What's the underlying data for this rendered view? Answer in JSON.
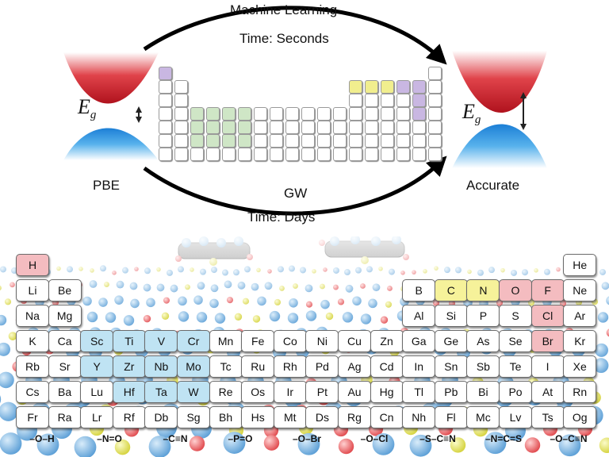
{
  "top": {
    "ml_label": "Machine Learning",
    "ml_time": "Time: Seconds",
    "gw_label": "GW",
    "gw_time": "Time: Days",
    "left_label": "PBE",
    "right_label": "Accurate",
    "gap_symbol": "E",
    "gap_subscript": "g",
    "colors": {
      "conduction": "#d42a32",
      "valence": "#2e8fe0",
      "arrow": "#000000"
    }
  },
  "elements": [
    {
      "s": "H",
      "r": 0,
      "c": 0,
      "hl": "pink"
    },
    {
      "s": "He",
      "r": 0,
      "c": 17,
      "hl": ""
    },
    {
      "s": "Li",
      "r": 1,
      "c": 0,
      "hl": ""
    },
    {
      "s": "Be",
      "r": 1,
      "c": 1,
      "hl": ""
    },
    {
      "s": "B",
      "r": 1,
      "c": 12,
      "hl": ""
    },
    {
      "s": "C",
      "r": 1,
      "c": 13,
      "hl": "yellow"
    },
    {
      "s": "N",
      "r": 1,
      "c": 14,
      "hl": "yellow"
    },
    {
      "s": "O",
      "r": 1,
      "c": 15,
      "hl": "pink"
    },
    {
      "s": "F",
      "r": 1,
      "c": 16,
      "hl": "pink"
    },
    {
      "s": "Ne",
      "r": 1,
      "c": 17,
      "hl": ""
    },
    {
      "s": "Na",
      "r": 2,
      "c": 0,
      "hl": ""
    },
    {
      "s": "Mg",
      "r": 2,
      "c": 1,
      "hl": ""
    },
    {
      "s": "Al",
      "r": 2,
      "c": 12,
      "hl": ""
    },
    {
      "s": "Si",
      "r": 2,
      "c": 13,
      "hl": ""
    },
    {
      "s": "P",
      "r": 2,
      "c": 14,
      "hl": ""
    },
    {
      "s": "S",
      "r": 2,
      "c": 15,
      "hl": ""
    },
    {
      "s": "Cl",
      "r": 2,
      "c": 16,
      "hl": "pink"
    },
    {
      "s": "Ar",
      "r": 2,
      "c": 17,
      "hl": ""
    },
    {
      "s": "K",
      "r": 3,
      "c": 0,
      "hl": ""
    },
    {
      "s": "Ca",
      "r": 3,
      "c": 1,
      "hl": ""
    },
    {
      "s": "Sc",
      "r": 3,
      "c": 2,
      "hl": "blue"
    },
    {
      "s": "Ti",
      "r": 3,
      "c": 3,
      "hl": "blue"
    },
    {
      "s": "V",
      "r": 3,
      "c": 4,
      "hl": "blue"
    },
    {
      "s": "Cr",
      "r": 3,
      "c": 5,
      "hl": "blue"
    },
    {
      "s": "Mn",
      "r": 3,
      "c": 6,
      "hl": ""
    },
    {
      "s": "Fe",
      "r": 3,
      "c": 7,
      "hl": ""
    },
    {
      "s": "Co",
      "r": 3,
      "c": 8,
      "hl": ""
    },
    {
      "s": "Ni",
      "r": 3,
      "c": 9,
      "hl": ""
    },
    {
      "s": "Cu",
      "r": 3,
      "c": 10,
      "hl": ""
    },
    {
      "s": "Zn",
      "r": 3,
      "c": 11,
      "hl": ""
    },
    {
      "s": "Ga",
      "r": 3,
      "c": 12,
      "hl": ""
    },
    {
      "s": "Ge",
      "r": 3,
      "c": 13,
      "hl": ""
    },
    {
      "s": "As",
      "r": 3,
      "c": 14,
      "hl": ""
    },
    {
      "s": "Se",
      "r": 3,
      "c": 15,
      "hl": ""
    },
    {
      "s": "Br",
      "r": 3,
      "c": 16,
      "hl": "pink"
    },
    {
      "s": "Kr",
      "r": 3,
      "c": 17,
      "hl": ""
    },
    {
      "s": "Rb",
      "r": 4,
      "c": 0,
      "hl": ""
    },
    {
      "s": "Sr",
      "r": 4,
      "c": 1,
      "hl": ""
    },
    {
      "s": "Y",
      "r": 4,
      "c": 2,
      "hl": "blue"
    },
    {
      "s": "Zr",
      "r": 4,
      "c": 3,
      "hl": "blue"
    },
    {
      "s": "Nb",
      "r": 4,
      "c": 4,
      "hl": "blue"
    },
    {
      "s": "Mo",
      "r": 4,
      "c": 5,
      "hl": "blue"
    },
    {
      "s": "Tc",
      "r": 4,
      "c": 6,
      "hl": ""
    },
    {
      "s": "Ru",
      "r": 4,
      "c": 7,
      "hl": ""
    },
    {
      "s": "Rh",
      "r": 4,
      "c": 8,
      "hl": ""
    },
    {
      "s": "Pd",
      "r": 4,
      "c": 9,
      "hl": ""
    },
    {
      "s": "Ag",
      "r": 4,
      "c": 10,
      "hl": ""
    },
    {
      "s": "Cd",
      "r": 4,
      "c": 11,
      "hl": ""
    },
    {
      "s": "In",
      "r": 4,
      "c": 12,
      "hl": ""
    },
    {
      "s": "Sn",
      "r": 4,
      "c": 13,
      "hl": ""
    },
    {
      "s": "Sb",
      "r": 4,
      "c": 14,
      "hl": ""
    },
    {
      "s": "Te",
      "r": 4,
      "c": 15,
      "hl": ""
    },
    {
      "s": "I",
      "r": 4,
      "c": 16,
      "hl": ""
    },
    {
      "s": "Xe",
      "r": 4,
      "c": 17,
      "hl": ""
    },
    {
      "s": "Cs",
      "r": 5,
      "c": 0,
      "hl": ""
    },
    {
      "s": "Ba",
      "r": 5,
      "c": 1,
      "hl": ""
    },
    {
      "s": "Lu",
      "r": 5,
      "c": 2,
      "hl": ""
    },
    {
      "s": "Hf",
      "r": 5,
      "c": 3,
      "hl": "blue"
    },
    {
      "s": "Ta",
      "r": 5,
      "c": 4,
      "hl": "blue"
    },
    {
      "s": "W",
      "r": 5,
      "c": 5,
      "hl": "blue"
    },
    {
      "s": "Re",
      "r": 5,
      "c": 6,
      "hl": ""
    },
    {
      "s": "Os",
      "r": 5,
      "c": 7,
      "hl": ""
    },
    {
      "s": "Ir",
      "r": 5,
      "c": 8,
      "hl": ""
    },
    {
      "s": "Pt",
      "r": 5,
      "c": 9,
      "hl": ""
    },
    {
      "s": "Au",
      "r": 5,
      "c": 10,
      "hl": ""
    },
    {
      "s": "Hg",
      "r": 5,
      "c": 11,
      "hl": ""
    },
    {
      "s": "Tl",
      "r": 5,
      "c": 12,
      "hl": ""
    },
    {
      "s": "Pb",
      "r": 5,
      "c": 13,
      "hl": ""
    },
    {
      "s": "Bi",
      "r": 5,
      "c": 14,
      "hl": ""
    },
    {
      "s": "Po",
      "r": 5,
      "c": 15,
      "hl": ""
    },
    {
      "s": "At",
      "r": 5,
      "c": 16,
      "hl": ""
    },
    {
      "s": "Rn",
      "r": 5,
      "c": 17,
      "hl": ""
    },
    {
      "s": "Fr",
      "r": 6,
      "c": 0,
      "hl": ""
    },
    {
      "s": "Ra",
      "r": 6,
      "c": 1,
      "hl": ""
    },
    {
      "s": "Lr",
      "r": 6,
      "c": 2,
      "hl": ""
    },
    {
      "s": "Rf",
      "r": 6,
      "c": 3,
      "hl": ""
    },
    {
      "s": "Db",
      "r": 6,
      "c": 4,
      "hl": ""
    },
    {
      "s": "Sg",
      "r": 6,
      "c": 5,
      "hl": ""
    },
    {
      "s": "Bh",
      "r": 6,
      "c": 6,
      "hl": ""
    },
    {
      "s": "Hs",
      "r": 6,
      "c": 7,
      "hl": ""
    },
    {
      "s": "Mt",
      "r": 6,
      "c": 8,
      "hl": ""
    },
    {
      "s": "Ds",
      "r": 6,
      "c": 9,
      "hl": ""
    },
    {
      "s": "Rg",
      "r": 6,
      "c": 10,
      "hl": ""
    },
    {
      "s": "Cn",
      "r": 6,
      "c": 11,
      "hl": ""
    },
    {
      "s": "Nh",
      "r": 6,
      "c": 12,
      "hl": ""
    },
    {
      "s": "Fl",
      "r": 6,
      "c": 13,
      "hl": ""
    },
    {
      "s": "Mc",
      "r": 6,
      "c": 14,
      "hl": ""
    },
    {
      "s": "Lv",
      "r": 6,
      "c": 15,
      "hl": ""
    },
    {
      "s": "Ts",
      "r": 6,
      "c": 16,
      "hl": ""
    },
    {
      "s": "Og",
      "r": 6,
      "c": 17,
      "hl": ""
    }
  ],
  "highlight_colors": {
    "blue": "#bfe3f3",
    "pink": "#f4bcc0",
    "yellow": "#f6f29a"
  },
  "groups": [
    "–O–H",
    "–N=O",
    "–C≡N",
    "–P=O",
    "–O–Br",
    "–O–Cl",
    "–S–C≡N",
    "–N=C=S",
    "–O–C≡N"
  ]
}
